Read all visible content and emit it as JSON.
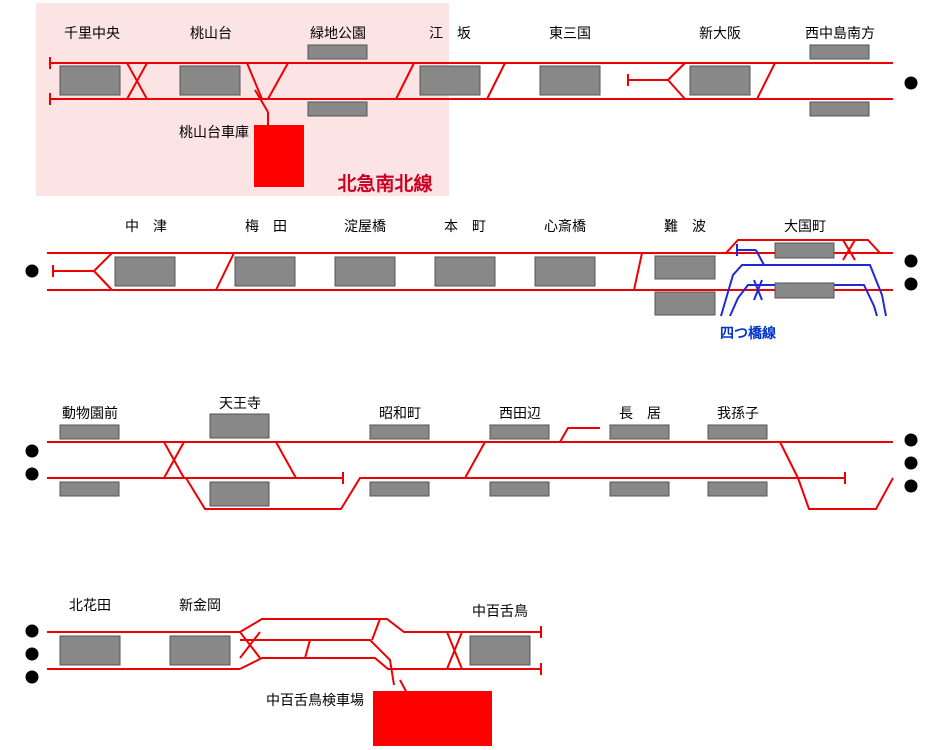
{
  "colors": {
    "track": "#ee0000",
    "platform_fill": "#888888",
    "platform_stroke": "#555555",
    "depot": "#ff0000",
    "shade": "#fce4e4",
    "yotsubashi": "#1e28d8",
    "dot": "#000000"
  },
  "line_names": {
    "kita_kyu": "北急南北線",
    "yotsubashi": "四つ橋線"
  },
  "depots": {
    "momoyamadai": "桃山台車庫",
    "nakamozu": "中百舌鳥検車場"
  },
  "stations": {
    "row1": [
      {
        "id": "senri-chuo",
        "name": "千里中央"
      },
      {
        "id": "momoyamadai",
        "name": "桃山台"
      },
      {
        "id": "ryokuchi-koen",
        "name": "緑地公園"
      },
      {
        "id": "esaka",
        "name": "江　坂"
      },
      {
        "id": "higashi-mikuni",
        "name": "東三国"
      },
      {
        "id": "shin-osaka",
        "name": "新大阪"
      },
      {
        "id": "nishinakajima-minamigata",
        "name": "西中島南方"
      }
    ],
    "row2": [
      {
        "id": "nakatsu",
        "name": "中　津"
      },
      {
        "id": "umeda",
        "name": "梅　田"
      },
      {
        "id": "yodoyabashi",
        "name": "淀屋橋"
      },
      {
        "id": "hommachi",
        "name": "本　町"
      },
      {
        "id": "shinsaibashi",
        "name": "心斎橋"
      },
      {
        "id": "namba",
        "name": "難　波"
      },
      {
        "id": "daikokucho",
        "name": "大国町"
      }
    ],
    "row3": [
      {
        "id": "dobutsuen-mae",
        "name": "動物園前"
      },
      {
        "id": "tennoji",
        "name": "天王寺"
      },
      {
        "id": "showacho",
        "name": "昭和町"
      },
      {
        "id": "nishitanabe",
        "name": "西田辺"
      },
      {
        "id": "nagai",
        "name": "長　居"
      },
      {
        "id": "abiko",
        "name": "我孫子"
      }
    ],
    "row4": [
      {
        "id": "kitahanada",
        "name": "北花田"
      },
      {
        "id": "shinkanaoka",
        "name": "新金岡"
      },
      {
        "id": "nakamozu",
        "name": "中百舌鳥"
      }
    ]
  }
}
